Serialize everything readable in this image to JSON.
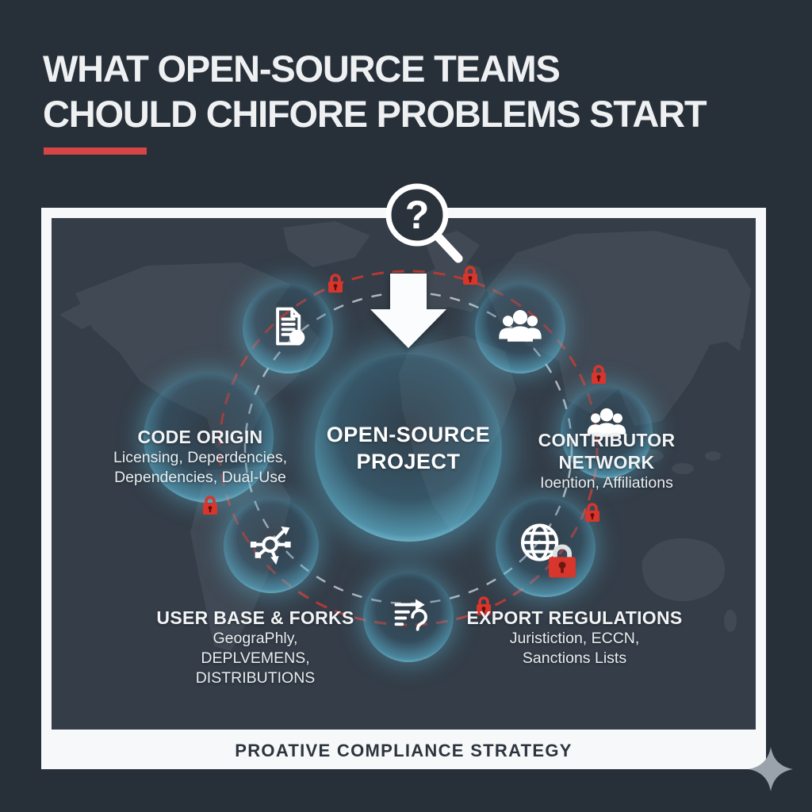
{
  "title": {
    "line1": "WHAT OPEN-SOURCE TEAMS",
    "line2": "CHOULD CHIFORE PROBLEMS START"
  },
  "center_node": {
    "line1": "OPEN-SOURCE",
    "line2": "PROJECT"
  },
  "nodes": {
    "code_origin": {
      "heading": "CODE ORIGIN",
      "line1": "Licensing, Deperdencies,",
      "line2": "Dependencies, Dual-Use"
    },
    "contributor_network": {
      "heading_line1": "CONTRIBUTOR",
      "heading_line2": "NETWORK",
      "line1": "Ioention, Affiliations"
    },
    "user_base_forks": {
      "heading": "USER BASE & FORKS",
      "line1": "GeograPhly,",
      "line2": "DEPLVEMENS,",
      "line3": "DISTRIBUTIONS"
    },
    "export_regulations": {
      "heading": "EXPORT REGULATIONS",
      "line1": "Juristiction, ECCN,",
      "line2": "Sanctions Lists"
    }
  },
  "magnifier": {
    "glyph": "?"
  },
  "footer": {
    "label": "PROATIVE COMPLIANCE STRATEGY"
  },
  "icons": [
    "magnifier-question-icon",
    "down-arrow-icon",
    "document-check-icon",
    "users-group-icon",
    "users-group-icon",
    "network-hub-icon",
    "globe-lock-icon",
    "document-export-icon",
    "red-lock-icon",
    "sparkle-icon"
  ],
  "colors": {
    "background": "#272f39",
    "map_panel": "#343d48",
    "map_land": "#4a545f",
    "frame": "#f7f8f9",
    "accent_red": "#d64545",
    "lock_red": "#d8352c",
    "bubble_glow": "#8fdcf2",
    "footer_text": "#2c343e"
  }
}
